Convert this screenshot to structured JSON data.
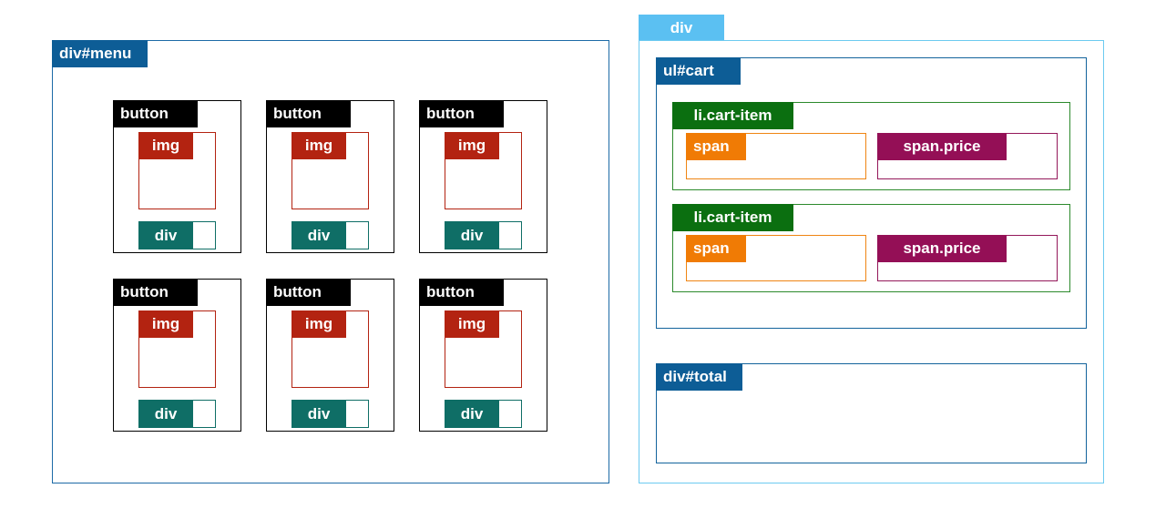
{
  "labels": {
    "menu": "div#menu",
    "button": "button",
    "img": "img",
    "div": "div",
    "outer": "div",
    "cart": "ul#cart",
    "cart_item": "li.cart-item",
    "span": "span",
    "price": "span.price",
    "total": "div#total"
  },
  "colors": {
    "menu": "#0d5d96",
    "button": "#000000",
    "img": "#b32311",
    "div": "#0f6e66",
    "outer": "#5bc0f2",
    "cart_item": "#0b6f10",
    "span": "#f07b05",
    "price": "#940f56"
  },
  "counts": {
    "buttons": 6,
    "cart_items": 2
  }
}
